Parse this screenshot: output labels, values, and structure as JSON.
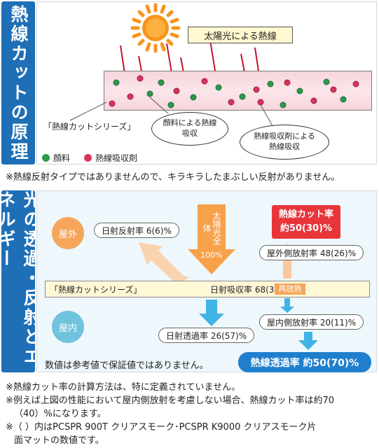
{
  "top_section": {
    "side_title": "熱線カットの原理",
    "sun_label": "太陽光による熱線",
    "series_label": "「熱線カットシリーズ」",
    "pigment_bubble": "顔料による熱線\n吸収",
    "absorber_bubble": "熱線吸収剤による\n熱線吸収",
    "legend": [
      {
        "label": "顔料",
        "color": "#2b9b4a"
      },
      {
        "label": "熱線吸収剤",
        "color": "#d9345a"
      }
    ],
    "note": "※熱線反射タイプではありませんので、キラキラしたまぶしい反射がありません。"
  },
  "bottom_section": {
    "side_title": "光の透過・反射とエネルギー",
    "outdoor_label": "屋外",
    "indoor_label": "屋内",
    "sunlight_text": "太陽光全体",
    "sunlight_value": "100%",
    "reflection": "日射反射率 6(6)%",
    "absorption": "日射吸収率 68(37)%",
    "transmission": "日射透過率 26(57)%",
    "outdoor_emission": "屋外側放射率 48(26)%",
    "indoor_emission": "屋内側放射率 20(11)%",
    "reemission": "再放熱",
    "series_label": "「熱線カットシリーズ」",
    "cut_rate_title": "熱線カット率",
    "cut_rate_value": "約50(30)%",
    "heat_transmission": "熱線透過率 約50(70)%",
    "disclaimer": "数値は参考値で保証値ではありません。"
  },
  "footnotes": [
    "※熱線カット率の計算方法は、特に定義されていません。",
    "※例えば上図の性能において屋内側放射を考慮しない場合、熱線カット率は約70",
    "（40）%になります。",
    "※（ ）内はPCSPR 900T クリアスモーク･PCSPR K9000 クリアスモーク片",
    "面マットの数値です。"
  ],
  "colors": {
    "tab_blue": "#1f6fb6",
    "sun": "#f7941d",
    "ray_red": "#c8102e",
    "arrow_orange": "#f7a24b",
    "arrow_blue": "#3fb3e6",
    "badge_red": "#e8353a"
  }
}
